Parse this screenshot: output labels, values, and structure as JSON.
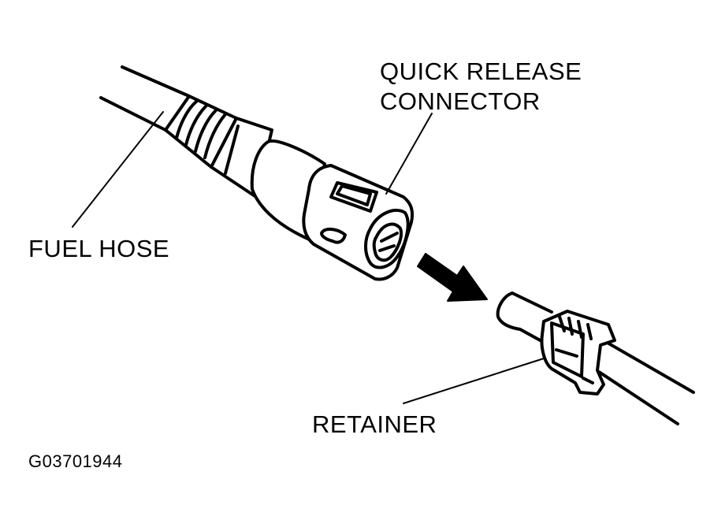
{
  "labels": {
    "connector_line1": "QUICK RELEASE",
    "connector_line2": "CONNECTOR",
    "fuel_hose": "FUEL HOSE",
    "retainer": "RETAINER",
    "figure_code": "G03701944"
  },
  "colors": {
    "ink": "#000000",
    "paper": "#ffffff"
  }
}
